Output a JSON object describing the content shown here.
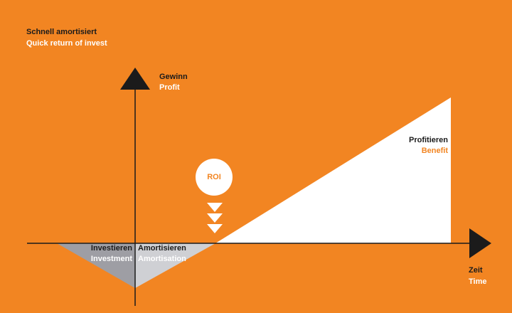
{
  "heading": {
    "de": "Schnell amortisiert",
    "en": "Quick return of invest"
  },
  "y_axis": {
    "de": "Gewinn",
    "en": "Profit"
  },
  "x_axis": {
    "de": "Zeit",
    "en": "Time"
  },
  "roi": {
    "label": "ROI"
  },
  "regions": {
    "invest": {
      "de": "Investieren",
      "en": "Investment"
    },
    "amortise": {
      "de": "Amortisieren",
      "en": "Amortisation"
    },
    "benefit": {
      "de": "Profitieren",
      "en": "Benefit"
    }
  },
  "colors": {
    "background": "#f28522",
    "axis": "#1b1b1b",
    "invest_fill": "#9e9ea4",
    "amortise_fill": "#cfd0d4",
    "benefit_fill": "#ffffff"
  }
}
